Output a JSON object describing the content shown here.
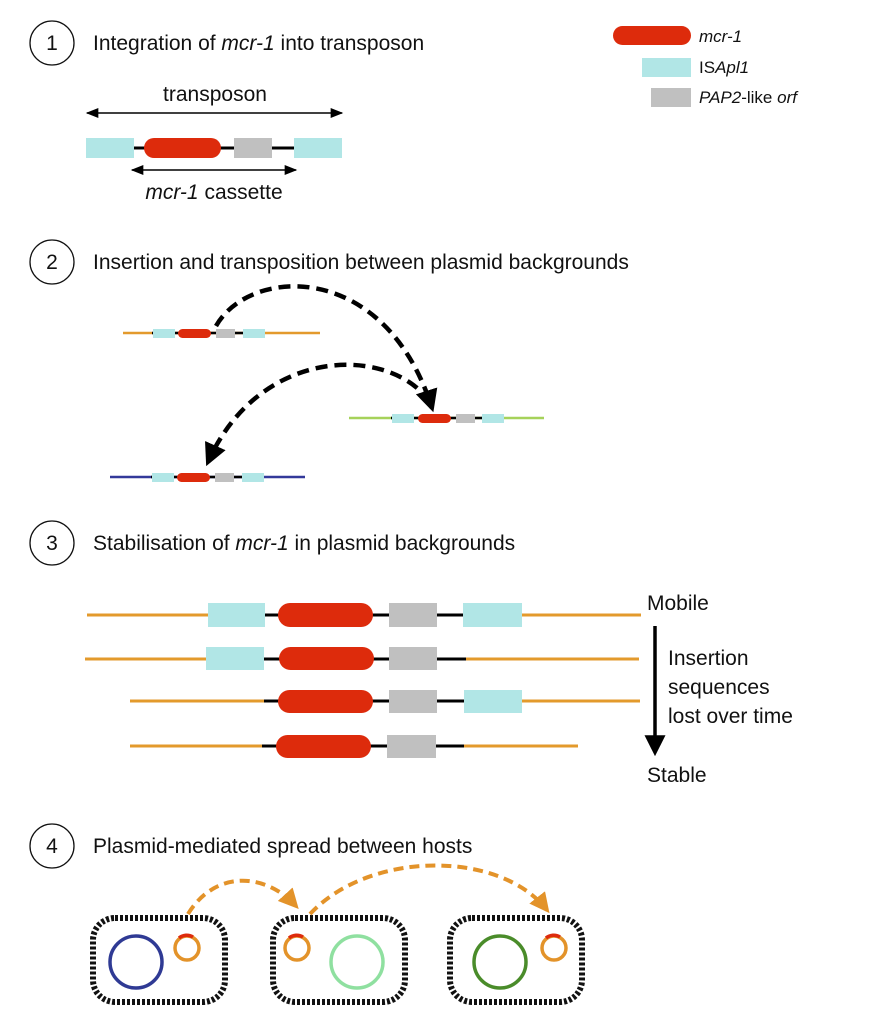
{
  "colors": {
    "mcr1": "#dd2b0c",
    "isapl1": "#b1e6e6",
    "pap2": "#c0c0c0",
    "backbone_orange": "#e39a2c",
    "backbone_green": "#a6d25a",
    "backbone_blue": "#33399a",
    "cassette_line": "#000000",
    "arrow_black": "#000000",
    "arrow_orange": "#e3932a",
    "plasmid_blue": "#2f3a94",
    "plasmid_orange": "#e3932a",
    "plasmid_lightgreen": "#8fe0a0",
    "plasmid_darkgreen": "#4a8c2a",
    "cell_border": "#111111"
  },
  "legend": {
    "mcr1_label_italic": "mcr-1",
    "isapl1_label_prefix": "IS",
    "isapl1_label_italic": "Apl1",
    "pap2_label_italic1": "PAP2",
    "pap2_label_middle": "-like ",
    "pap2_label_italic2": "orf"
  },
  "step1": {
    "number": "1",
    "title_pre": "Integration of ",
    "title_italic": "mcr-1",
    "title_post": " into transposon",
    "transposon_label": "transposon",
    "cassette_label_italic": "mcr-1",
    "cassette_label_post": " cassette"
  },
  "step2": {
    "number": "2",
    "title": "Insertion and transposition between plasmid backgrounds"
  },
  "step3": {
    "number": "3",
    "title_pre": "Stabilisation of ",
    "title_italic": "mcr-1",
    "title_post": " in plasmid backgrounds",
    "mobile_label": "Mobile",
    "stable_label": "Stable",
    "side_line1": "Insertion",
    "side_line2": "sequences",
    "side_line3": "lost over time"
  },
  "step4": {
    "number": "4",
    "title": "Plasmid-mediated spread between hosts"
  }
}
